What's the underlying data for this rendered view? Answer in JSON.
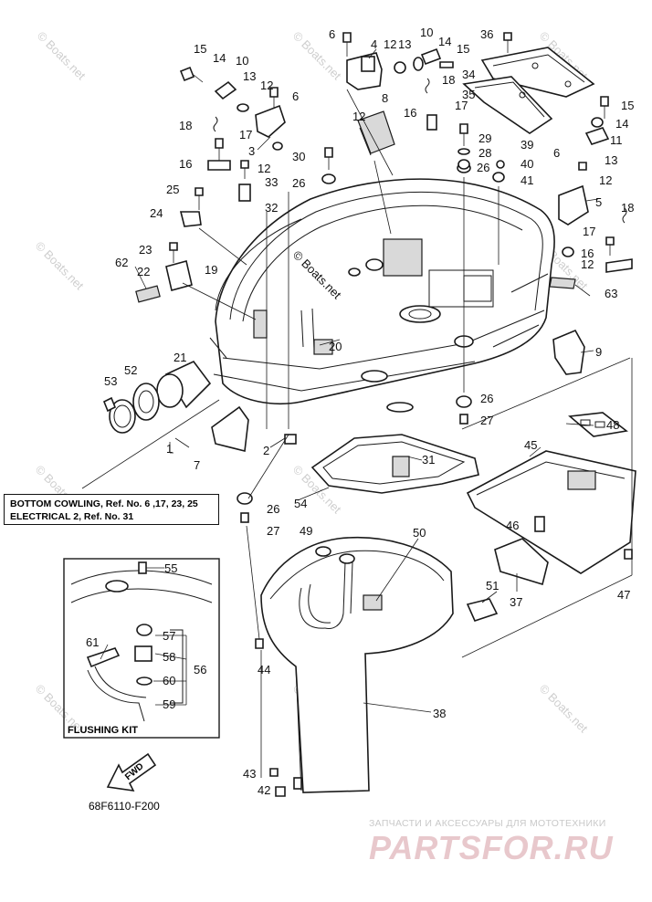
{
  "callouts": [
    {
      "id": "1",
      "label": "1"
    },
    {
      "id": "2",
      "label": "2"
    },
    {
      "id": "3",
      "label": "3"
    },
    {
      "id": "4",
      "label": "4"
    },
    {
      "id": "5",
      "label": "5"
    },
    {
      "id": "6a",
      "label": "6"
    },
    {
      "id": "6b",
      "label": "6"
    },
    {
      "id": "6c",
      "label": "6"
    },
    {
      "id": "7",
      "label": "7"
    },
    {
      "id": "8",
      "label": "8"
    },
    {
      "id": "9",
      "label": "9"
    },
    {
      "id": "10a",
      "label": "10"
    },
    {
      "id": "10b",
      "label": "10"
    },
    {
      "id": "11",
      "label": "11"
    },
    {
      "id": "12a",
      "label": "12"
    },
    {
      "id": "12b",
      "label": "12"
    },
    {
      "id": "12c",
      "label": "12"
    },
    {
      "id": "12d",
      "label": "12"
    },
    {
      "id": "12e",
      "label": "12"
    },
    {
      "id": "12f",
      "label": "12"
    },
    {
      "id": "13a",
      "label": "13"
    },
    {
      "id": "13b",
      "label": "13"
    },
    {
      "id": "13c",
      "label": "13"
    },
    {
      "id": "14a",
      "label": "14"
    },
    {
      "id": "14b",
      "label": "14"
    },
    {
      "id": "14c",
      "label": "14"
    },
    {
      "id": "15a",
      "label": "15"
    },
    {
      "id": "15b",
      "label": "15"
    },
    {
      "id": "15c",
      "label": "15"
    },
    {
      "id": "16a",
      "label": "16"
    },
    {
      "id": "16b",
      "label": "16"
    },
    {
      "id": "16c",
      "label": "16"
    },
    {
      "id": "17a",
      "label": "17"
    },
    {
      "id": "17b",
      "label": "17"
    },
    {
      "id": "17c",
      "label": "17"
    },
    {
      "id": "18a",
      "label": "18"
    },
    {
      "id": "18b",
      "label": "18"
    },
    {
      "id": "18c",
      "label": "18"
    },
    {
      "id": "19",
      "label": "19"
    },
    {
      "id": "20",
      "label": "20"
    },
    {
      "id": "21",
      "label": "21"
    },
    {
      "id": "22",
      "label": "22"
    },
    {
      "id": "23",
      "label": "23"
    },
    {
      "id": "24",
      "label": "24"
    },
    {
      "id": "25",
      "label": "25"
    },
    {
      "id": "26a",
      "label": "26"
    },
    {
      "id": "26b",
      "label": "26"
    },
    {
      "id": "26c",
      "label": "26"
    },
    {
      "id": "26d",
      "label": "26"
    },
    {
      "id": "27a",
      "label": "27"
    },
    {
      "id": "27b",
      "label": "27"
    },
    {
      "id": "28",
      "label": "28"
    },
    {
      "id": "29",
      "label": "29"
    },
    {
      "id": "30",
      "label": "30"
    },
    {
      "id": "31",
      "label": "31"
    },
    {
      "id": "32",
      "label": "32"
    },
    {
      "id": "33",
      "label": "33"
    },
    {
      "id": "34",
      "label": "34"
    },
    {
      "id": "35",
      "label": "35"
    },
    {
      "id": "36",
      "label": "36"
    },
    {
      "id": "37",
      "label": "37"
    },
    {
      "id": "38",
      "label": "38"
    },
    {
      "id": "39",
      "label": "39"
    },
    {
      "id": "40",
      "label": "40"
    },
    {
      "id": "41",
      "label": "41"
    },
    {
      "id": "42",
      "label": "42"
    },
    {
      "id": "43",
      "label": "43"
    },
    {
      "id": "44",
      "label": "44"
    },
    {
      "id": "45",
      "label": "45"
    },
    {
      "id": "46",
      "label": "46"
    },
    {
      "id": "47",
      "label": "47"
    },
    {
      "id": "48",
      "label": "48"
    },
    {
      "id": "49",
      "label": "49"
    },
    {
      "id": "50",
      "label": "50"
    },
    {
      "id": "51",
      "label": "51"
    },
    {
      "id": "52",
      "label": "52"
    },
    {
      "id": "53",
      "label": "53"
    },
    {
      "id": "54",
      "label": "54"
    },
    {
      "id": "55",
      "label": "55"
    },
    {
      "id": "56",
      "label": "56"
    },
    {
      "id": "57",
      "label": "57"
    },
    {
      "id": "58",
      "label": "58"
    },
    {
      "id": "59",
      "label": "59"
    },
    {
      "id": "60",
      "label": "60"
    },
    {
      "id": "61",
      "label": "61"
    },
    {
      "id": "62",
      "label": "62"
    },
    {
      "id": "63",
      "label": "63"
    }
  ],
  "reference_box": {
    "line1": "BOTTOM COWLING, Ref. No. 6 ,17, 23,  25",
    "line2": "ELECTRICAL 2,   Ref. No. 31"
  },
  "flushing_kit_label": "FLUSHING KIT",
  "fwd_label": "FWD",
  "figure_code": "68F6110-F200",
  "watermark_text": "© Boats.net",
  "shop_caption": "ЗАПЧАСТИ И АКСЕССУАРЫ ДЛЯ МОТОТЕХНИКИ",
  "brand_logo_text": "PARTSFOR.RU",
  "colors": {
    "line": "#1a1a1a",
    "watermark": "#cfcfcf",
    "brand": "#e8c8cc"
  }
}
